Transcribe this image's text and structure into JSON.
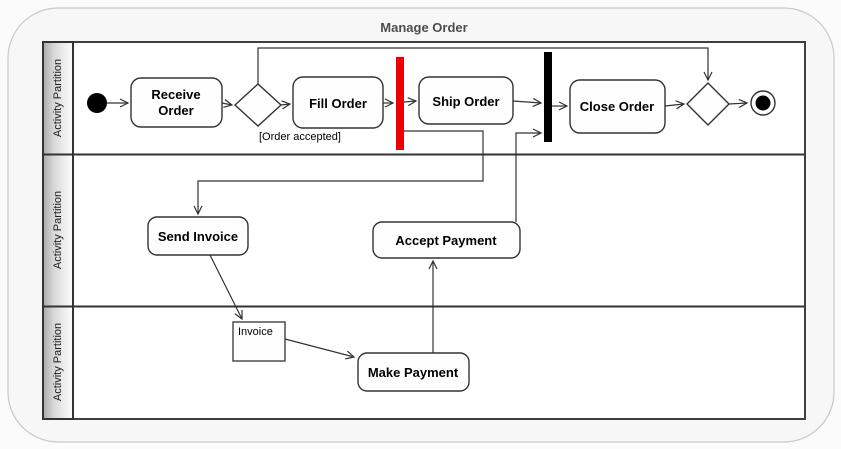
{
  "title": "Manage Order",
  "partitions": [
    {
      "label": "Activity Partition"
    },
    {
      "label": "Activity Partition"
    },
    {
      "label": "Activity Partition"
    }
  ],
  "nodes": {
    "receive_order": {
      "line1": "Receive",
      "line2": "Order"
    },
    "fill_order": {
      "label": "Fill Order"
    },
    "ship_order": {
      "label": "Ship Order"
    },
    "close_order": {
      "label": "Close Order"
    },
    "send_invoice": {
      "label": "Send Invoice"
    },
    "accept_payment": {
      "label": "Accept Payment"
    },
    "make_payment": {
      "label": "Make Payment"
    },
    "invoice_object": {
      "label": "Invoice"
    }
  },
  "edges": {
    "guard": "[Order accepted]"
  },
  "colors": {
    "fork_bar": "#ee0000",
    "join_bar": "#000000",
    "frame_border": "#3f3f3f",
    "outer_border": "#c9c9c9",
    "outer_fill": "#f7f7f7"
  }
}
